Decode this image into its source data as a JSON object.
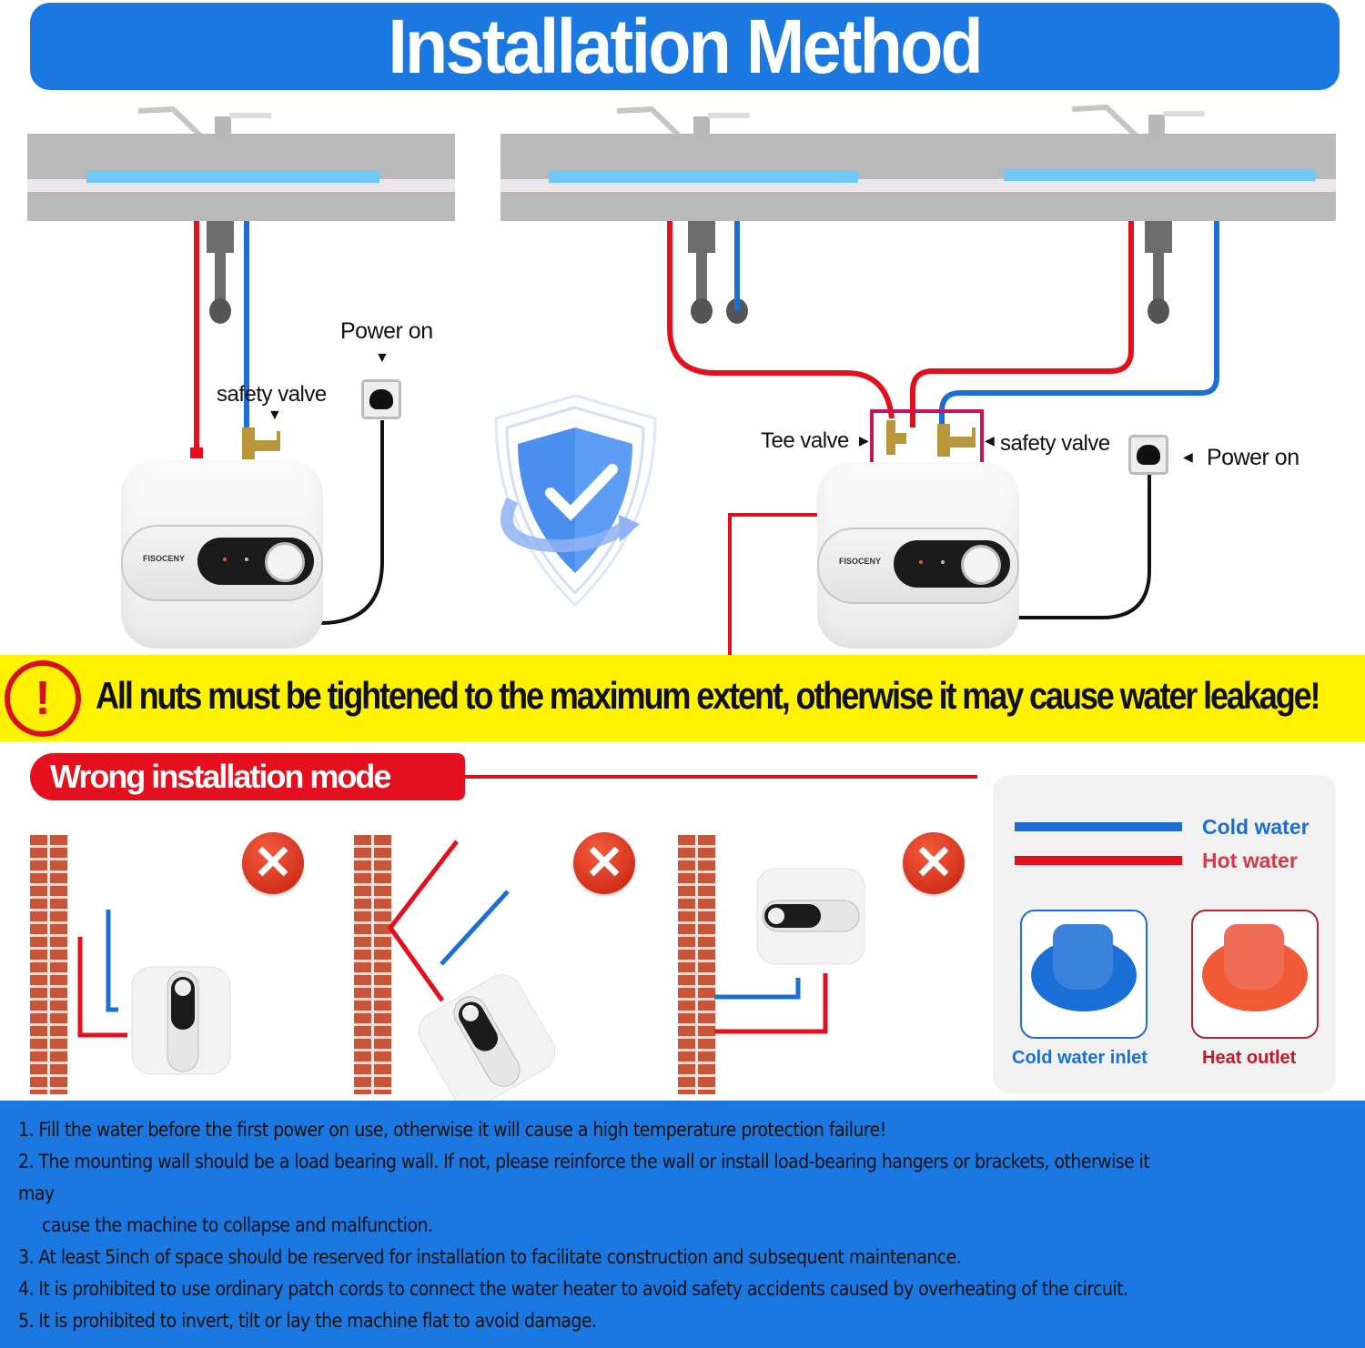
{
  "header": {
    "title": "Installation Method"
  },
  "left_diagram": {
    "power_label": "Power on",
    "safety_valve_label": "safety valve",
    "heater_brand": "FISOCENY"
  },
  "shield": {
    "icon": "shield-check-icon"
  },
  "right_diagram": {
    "tee_valve_label": "Tee valve",
    "safety_valve_label": "safety valve",
    "power_label": "Power on",
    "heater_brand": "FISOCENY"
  },
  "warning": {
    "icon": "exclamation-icon",
    "text": "All nuts must be tightened to the maximum extent, otherwise it may cause water leakage!"
  },
  "wrong_section": {
    "title": "Wrong installation mode",
    "x_icon": "✕"
  },
  "legend": {
    "cold_water": "Cold water",
    "hot_water": "Hot water",
    "cold_inlet": "Cold water inlet",
    "heat_outlet": "Heat outlet",
    "colors": {
      "cold": "#1a6fd6",
      "hot": "#e5101e"
    }
  },
  "notes": [
    "1. Fill the water before the first power on use, otherwise it will cause a high temperature protection failure!",
    "2. The mounting wall should be a load bearing wall. If not, please reinforce the wall or install load-bearing hangers or brackets, otherwise it",
    "may",
    "cause the machine to collapse and malfunction.",
    "3. At least 5inch of space should be reserved for installation to facilitate construction and subsequent maintenance.",
    "4. It is prohibited to use ordinary patch cords to connect the water heater to avoid safety accidents caused by overheating of the circuit.",
    "5. It is prohibited to invert, tilt or lay the machine flat to avoid damage."
  ]
}
